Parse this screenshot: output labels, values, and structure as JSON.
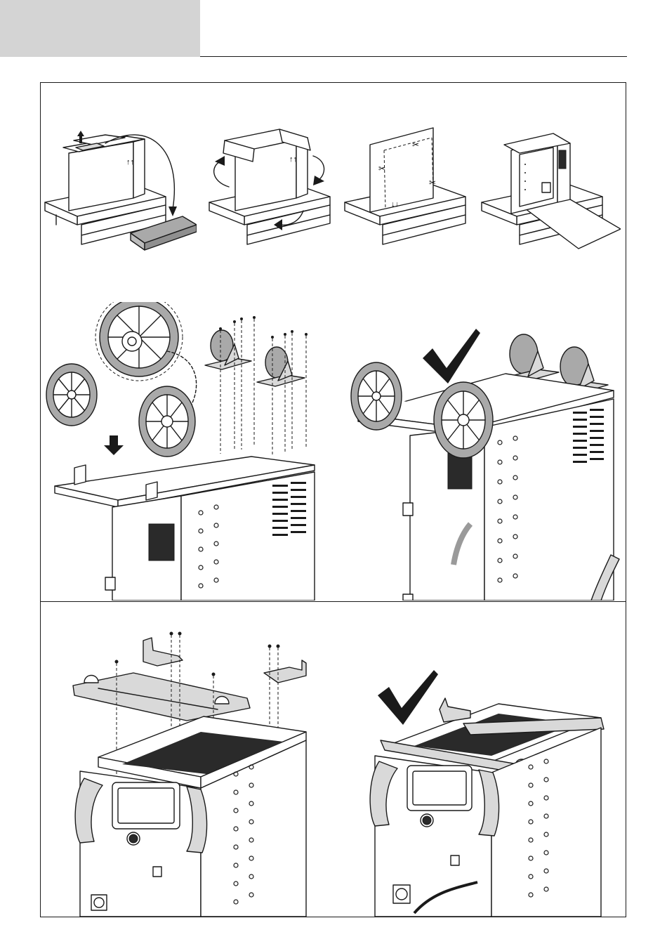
{
  "header": {
    "tab_color": "#d4d4d4"
  },
  "figures": [
    {
      "id": "unpack-lift-lid",
      "icon": "box-lift-lid-icon"
    },
    {
      "id": "unpack-rotate-box",
      "icon": "box-rotate-icon"
    },
    {
      "id": "unpack-cut-box",
      "icon": "box-cut-icon"
    },
    {
      "id": "unpack-ramp",
      "icon": "ramp-unload-icon"
    },
    {
      "id": "wheels-mounting",
      "icon": "wheel-axle-mount-icon"
    },
    {
      "id": "wheels-mounted",
      "icon": "wheels-mounted-check-icon"
    },
    {
      "id": "handle-mounting",
      "icon": "handle-bar-mount-icon"
    },
    {
      "id": "handle-mounted",
      "icon": "handle-mounted-check-icon"
    }
  ],
  "colors": {
    "line": "#1a1a1a",
    "tint": "#d9d9d9",
    "wheel": "#a9a9a9"
  }
}
